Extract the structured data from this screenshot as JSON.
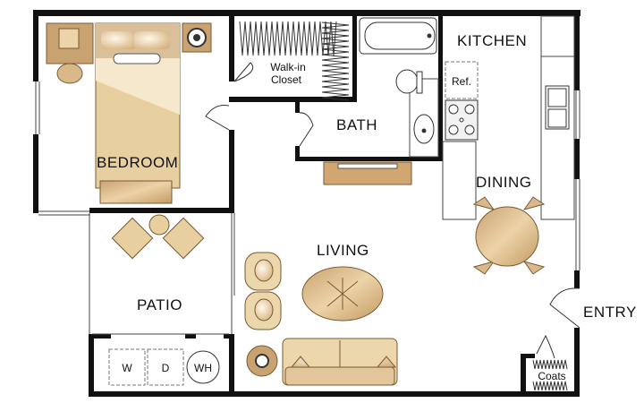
{
  "rooms": {
    "bedroom": "BEDROOM",
    "walk_in_closet_line1": "Walk-in",
    "walk_in_closet_line2": "Closet",
    "bath": "BATH",
    "kitchen": "KITCHEN",
    "dining": "DINING",
    "living": "LIVING",
    "patio": "PATIO",
    "entry": "ENTRY"
  },
  "fixtures": {
    "refrigerator": "Ref.",
    "washer": "W",
    "dryer": "D",
    "water_heater": "WH",
    "coats": "Coats"
  },
  "colors": {
    "wall": "#111111",
    "wood": "#d9b98a",
    "wood_dark": "#c49a63",
    "fabric": "#ecd6ab"
  }
}
